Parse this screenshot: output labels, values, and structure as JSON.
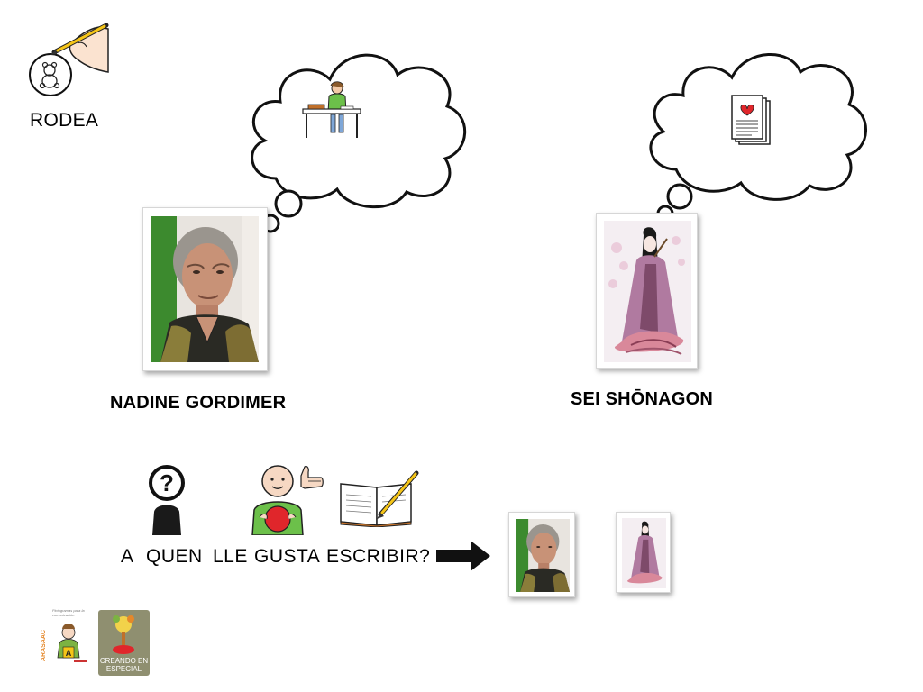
{
  "instruction": {
    "label": "RODEA",
    "icon": "hand-drawing-circle-icon"
  },
  "people": [
    {
      "name": "NADINE GORDIMER",
      "photo": "elderly-woman-portrait",
      "thought": "person-writing-at-desk-icon"
    },
    {
      "name": "SEI SHŌNAGON",
      "photo": "japanese-court-lady-painting",
      "thought": "love-letter-pages-icon"
    }
  ],
  "question": {
    "words": [
      "A",
      "QUEN",
      "LLE",
      "GUSTA",
      "ESCRIBIR?"
    ],
    "pictograms": [
      "question-person-icon",
      "like-person-icon",
      "open-book-pencil-icon"
    ],
    "arrow": "right-arrow-icon"
  },
  "logos": {
    "arasaac": {
      "name": "ARASAAC",
      "tagline": "Pictogramas para la comunicación"
    },
    "creando": {
      "text": "CREANDO EN ESPECIAL"
    }
  },
  "colors": {
    "green_shirt": "#6cc04a",
    "red_ball": "#e0262b",
    "arasaac_orange": "#e5882a",
    "arasaac_green": "#7cb342"
  }
}
